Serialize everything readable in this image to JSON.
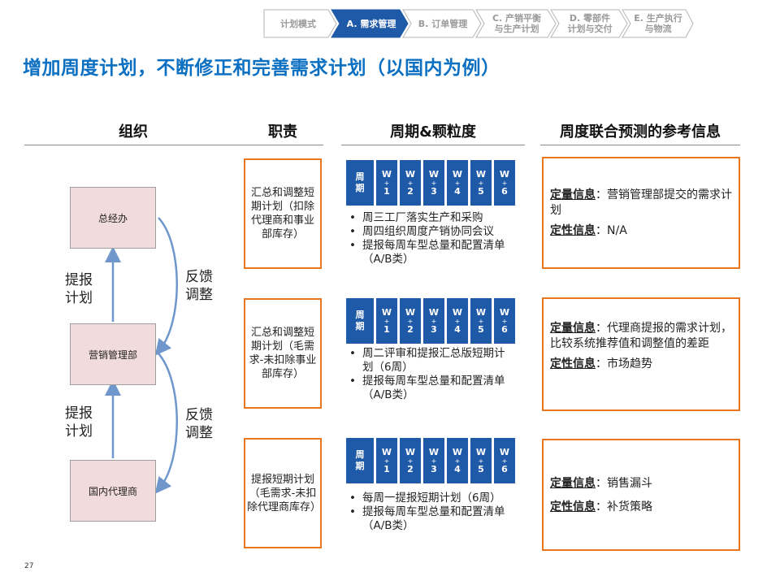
{
  "nav": {
    "steps": [
      {
        "label": "计划模式",
        "active": false
      },
      {
        "label": "A. 需求管理",
        "active": true
      },
      {
        "label": "B. 订单管理",
        "active": false
      },
      {
        "label": "C. 产销平衡\n与生产计划",
        "active": false
      },
      {
        "label": "D. 零部件\n计划与交付",
        "active": false
      },
      {
        "label": "E. 生产执行\n与物流",
        "active": false
      }
    ]
  },
  "title": "增加周度计划，不断修正和完善需求计划（以国内为例）",
  "columns": {
    "org": "组织",
    "duty": "职责",
    "cycle": "周期&颗粒度",
    "ref": "周度联合预测的参考信息"
  },
  "org": {
    "boxes": [
      "总经办",
      "营销管理部",
      "国内代理商"
    ],
    "report_label": "提报\n计划",
    "feedback_label": "反馈\n调整"
  },
  "week_table": {
    "header": "周\n期",
    "weeks": [
      {
        "w": "W",
        "plus": "+",
        "n": "1"
      },
      {
        "w": "W",
        "plus": "+",
        "n": "2"
      },
      {
        "w": "W",
        "plus": "+",
        "n": "3"
      },
      {
        "w": "W",
        "plus": "+",
        "n": "4"
      },
      {
        "w": "W",
        "plus": "+",
        "n": "5"
      },
      {
        "w": "W",
        "plus": "+",
        "n": "6"
      }
    ]
  },
  "rows": [
    {
      "duty": "汇总和调整短期计划（扣除代理商和事业部库存）",
      "bullets": [
        "周三工厂落实生产和采购",
        "周四组织周度产销协同会议",
        "提报每周车型总量和配置清单（A/B类）"
      ],
      "quant_label": "定量信息",
      "quant_text": "：营销管理部提交的需求计划",
      "qual_label": "定性信息",
      "qual_text": "：N/A"
    },
    {
      "duty": "汇总和调整短期计划（毛需求-未扣除事业部库存）",
      "bullets": [
        "周二评审和提报汇总版短期计划（6周）",
        "提报每周车型总量和配置清单（A/B类）"
      ],
      "quant_label": "定量信息",
      "quant_text": "：代理商提报的需求计划，比较系统推荐值和调整值的差距",
      "qual_label": "定性信息",
      "qual_text": "：市场趋势"
    },
    {
      "duty": "提报短期计划（毛需求-未扣除代理商库存）",
      "bullets": [
        "每周一提报短期计划（6周）",
        "提报每周车型总量和配置清单（A/B类）"
      ],
      "quant_label": "定量信息",
      "quant_text": "：销售漏斗",
      "qual_label": "定性信息",
      "qual_text": "：补货策略"
    }
  ],
  "page_number": "27",
  "colors": {
    "accent_blue": "#0b6fc2",
    "table_blue": "#1f5aa8",
    "orange_border": "#e8761f",
    "org_fill": "#f2dcdb",
    "arrow_blue": "#6f97cc"
  }
}
